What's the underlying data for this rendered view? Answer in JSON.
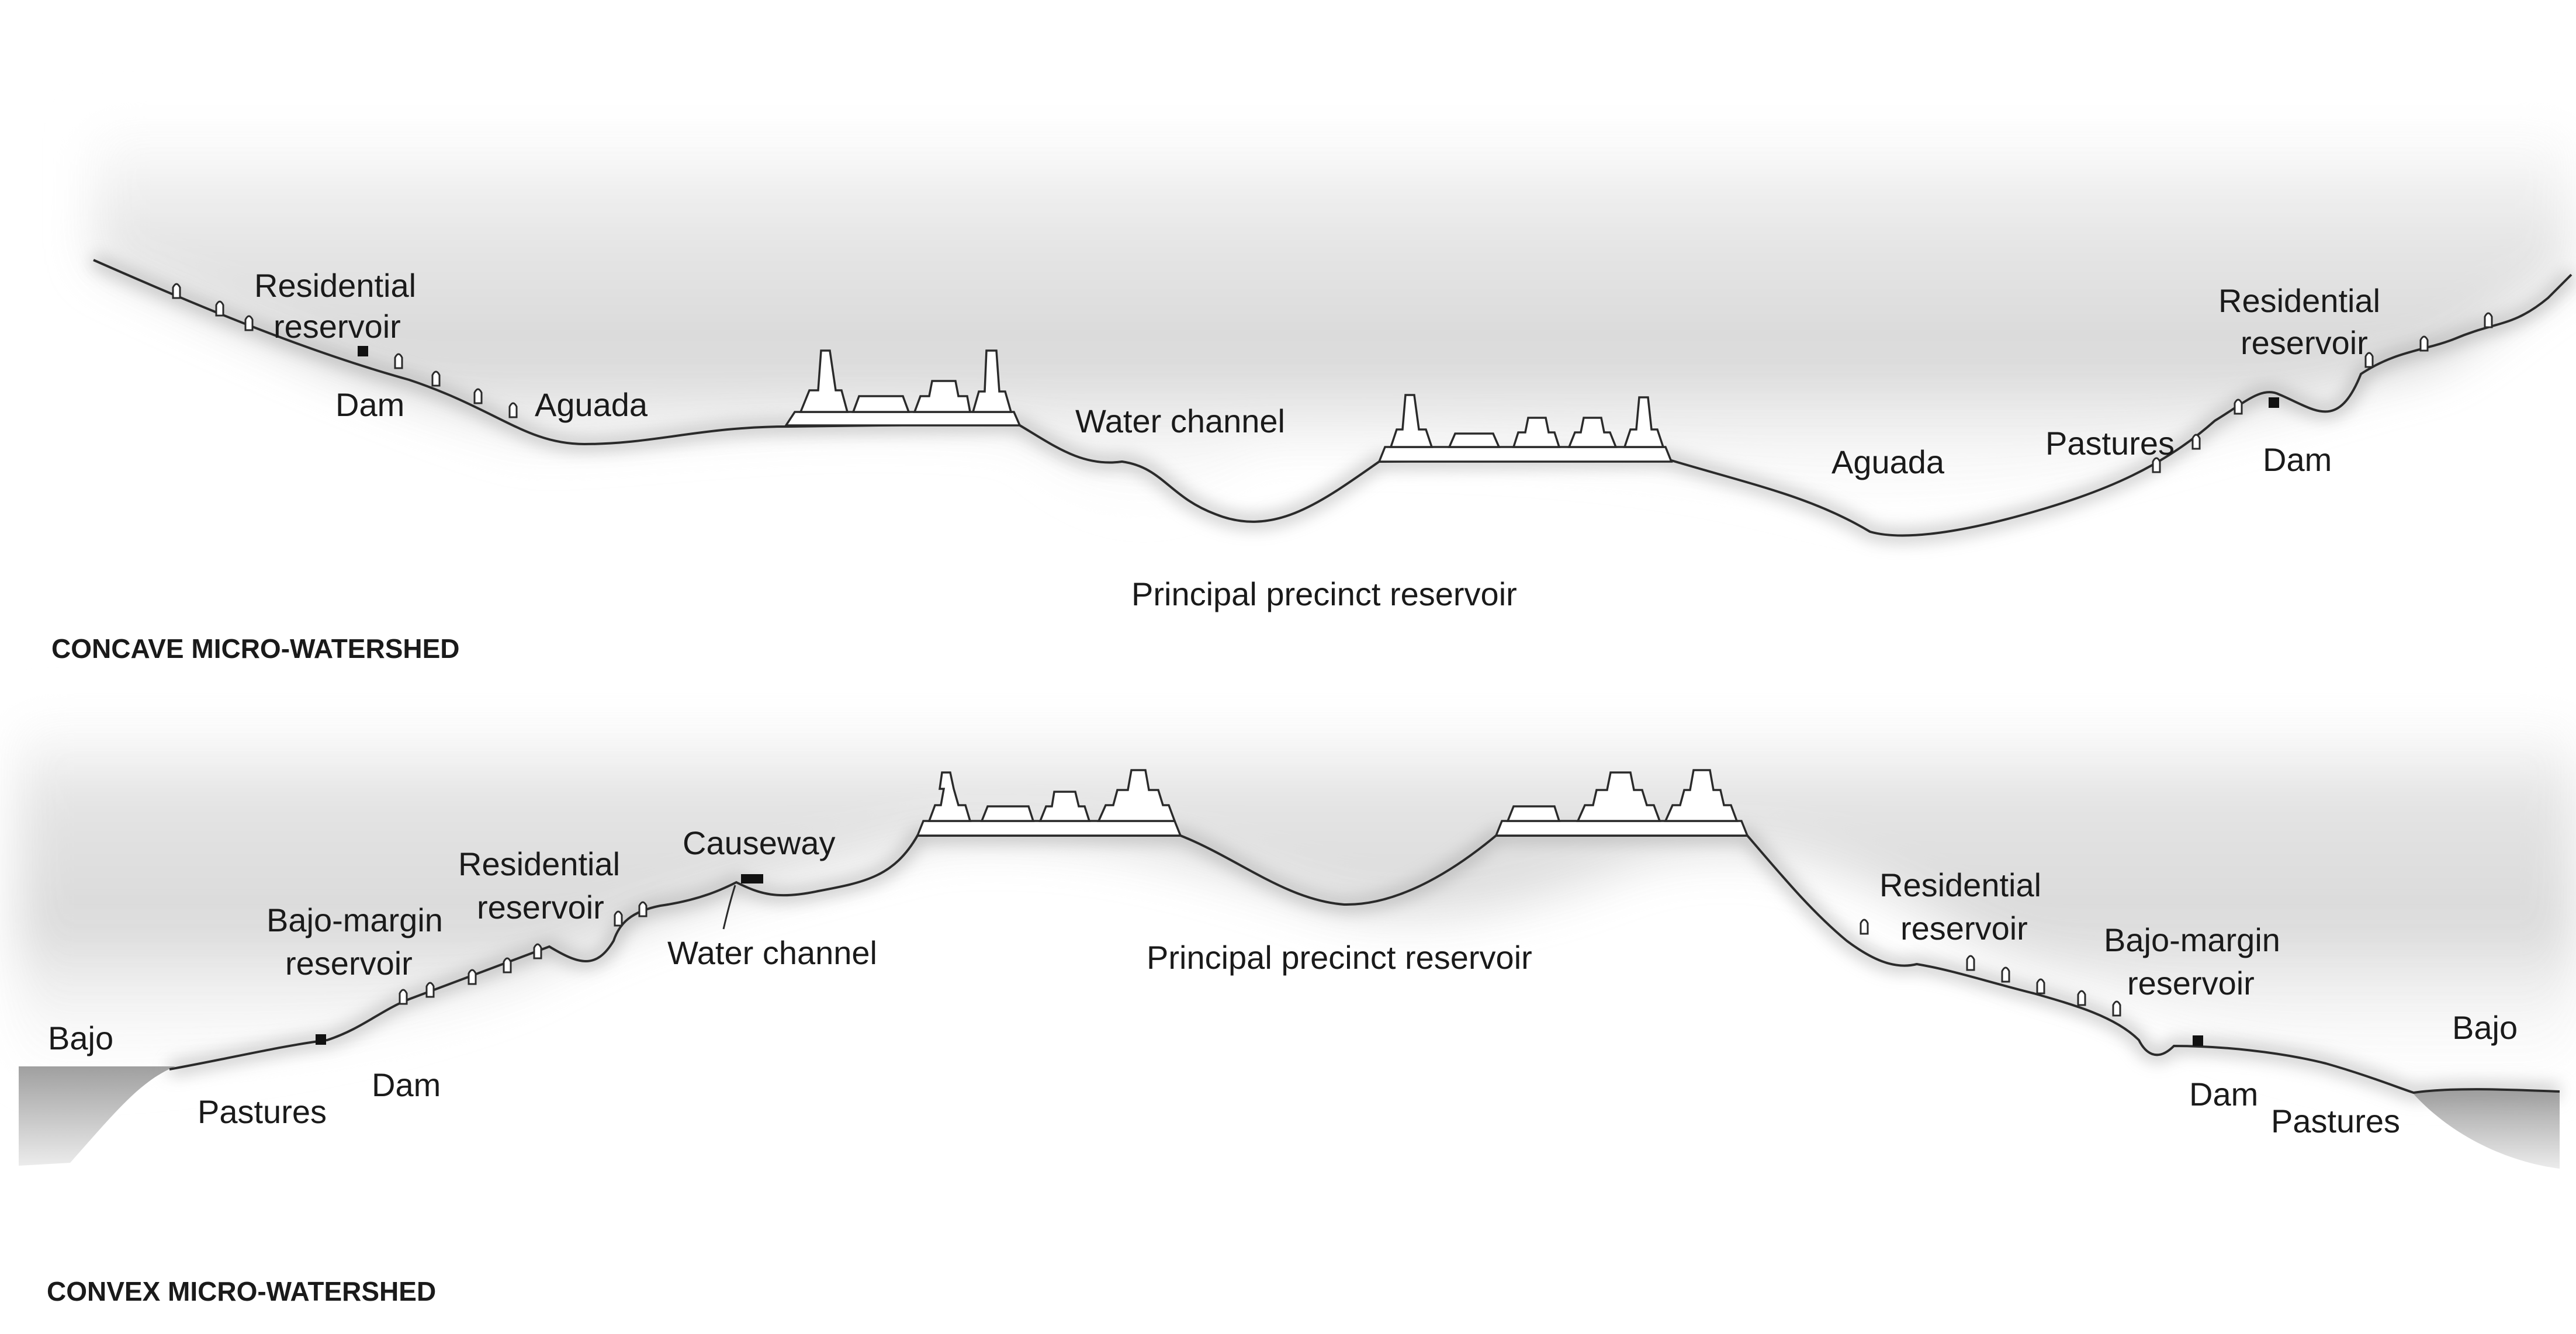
{
  "colors": {
    "background": "#ffffff",
    "sky_shade": "#d9d9d9",
    "line": "#2a2a2a",
    "dam": "#111111"
  },
  "concave": {
    "title": "CONCAVE MICRO-WATERSHED",
    "labels": {
      "res_left": [
        "Residential",
        "reservoir"
      ],
      "dam_left": "Dam",
      "aguada_left": "Aguada",
      "water_channel": "Water channel",
      "principal": "Principal precinct reservoir",
      "aguada_right": "Aguada",
      "pastures_right": "Pastures",
      "res_right": [
        "Residential",
        "reservoir"
      ],
      "dam_right": "Dam"
    }
  },
  "convex": {
    "title": "CONVEX MICRO-WATERSHED",
    "labels": {
      "bajo_left": "Bajo",
      "pastures_left": "Pastures",
      "dam_left": "Dam",
      "bajo_margin_left": [
        "Bajo-margin",
        "reservoir"
      ],
      "res_left": [
        "Residential",
        "reservoir"
      ],
      "causeway": "Causeway",
      "water_channel": "Water channel",
      "principal": "Principal precinct reservoir",
      "res_right": [
        "Residential",
        "reservoir"
      ],
      "bajo_margin_right": [
        "Bajo-margin",
        "reservoir"
      ],
      "bajo_right": "Bajo",
      "dam_right": "Dam",
      "pastures_right": "Pastures"
    }
  }
}
